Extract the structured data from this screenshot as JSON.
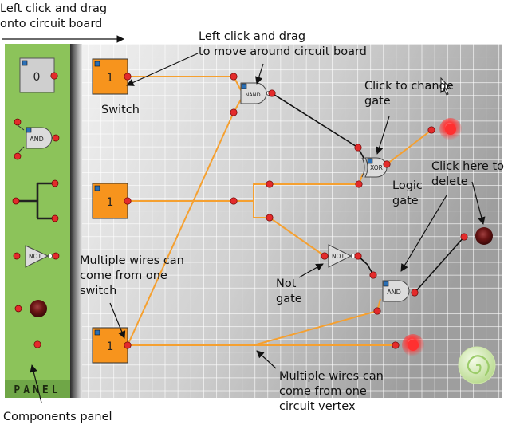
{
  "panel": {
    "label": "PANEL",
    "zero_switch_value": "0",
    "and_label": "AND",
    "not_label": "NOT"
  },
  "board": {
    "switch_values": [
      "1",
      "1",
      "1"
    ],
    "gate_labels": {
      "nand": "NAND",
      "xor": "XOR",
      "not": "NOT",
      "and": "AND"
    }
  },
  "annotations": {
    "drag_onto_board": "Left click and drag\nonto circuit board",
    "move_board": "Left click and drag\nto move around circuit board",
    "switch": "Switch",
    "change_gate": "Click to change\ngate",
    "delete": "Click here to\ndelete",
    "logic_gate": "Logic\ngate",
    "multi_switch": "Multiple wires can\ncome from one\nswitch",
    "not_gate": "Not\ngate",
    "multi_vertex": "Multiple wires can\ncome from one\ncircuit vertex",
    "components_panel": "Components panel"
  },
  "colors": {
    "panel_green": "#8cc35a",
    "switch_orange": "#f7941d",
    "wire_orange": "#f5a030",
    "node_red": "#e32b2b",
    "led_red": "#ff2a2a",
    "grid_line": "#ffffff"
  }
}
